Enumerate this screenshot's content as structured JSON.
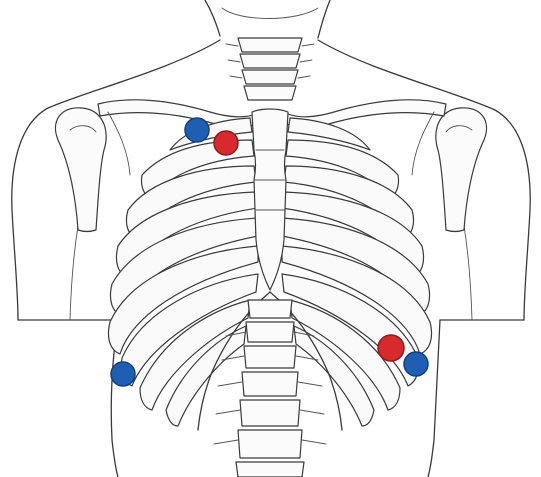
{
  "diagram": {
    "colors": {
      "red_electrode": "#d62a2f",
      "blue_electrode": "#1f5fb3",
      "outline": "#3a3a3a",
      "background": "#ffffff"
    },
    "electrodes": [
      {
        "id": "electrode-upper-right-blue",
        "color": "blue"
      },
      {
        "id": "electrode-upper-right-red",
        "color": "red"
      },
      {
        "id": "electrode-lower-left-red",
        "color": "red"
      },
      {
        "id": "electrode-lower-left-blue",
        "color": "blue"
      },
      {
        "id": "electrode-lower-right-blue",
        "color": "blue"
      }
    ]
  }
}
